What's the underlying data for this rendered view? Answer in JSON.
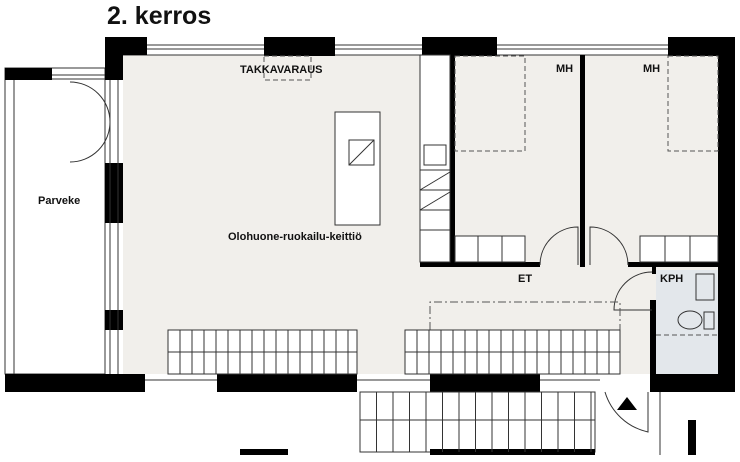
{
  "title": "2. kerros",
  "rooms": {
    "fireplace": "TAKKAVARAUS",
    "balcony": "Parveke",
    "living": "Olohuone-ruokailu-keittiö",
    "bedroom1": "MH",
    "bedroom2": "MH",
    "hall": "ET",
    "bathroom": "KPH"
  },
  "colors": {
    "floor": "#f1efeb",
    "bathroom": "#e3e7eb",
    "wall": "#000000"
  }
}
